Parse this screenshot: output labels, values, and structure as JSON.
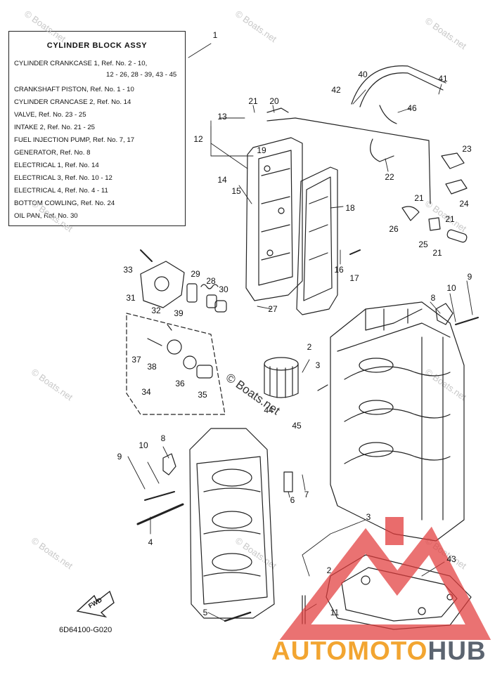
{
  "legend": {
    "title": "CYLINDER  BLOCK ASSY",
    "lines": [
      "CYLINDER CRANKCASE 1,  Ref. No. 2 - 10,",
      "12 - 26, 28 - 39, 43 - 45",
      "CRANKSHAFT PISTON,  Ref. No. 1 - 10",
      "CYLINDER CRANCASE 2,  Ref. No. 14",
      "VALVE,  Ref. No. 23 - 25",
      "INTAKE 2,  Ref. No. 21 - 25",
      "FUEL INJECTION PUMP,  Ref. No.  7, 17",
      "GENERATOR,  Ref. No. 8",
      "ELECTRICAL 1,  Ref. No. 14",
      "ELECTRICAL 3,  Ref. No. 10 - 12",
      "ELECTRICAL 4,  Ref. No. 4 - 11",
      "BOTTOM COWLING,  Ref. No. 24",
      "OIL PAN,  Ref. No. 30"
    ]
  },
  "diagram_code": "6D64100-G020",
  "fwd_label": "FWD",
  "watermark": "© Boats.net",
  "brand": {
    "part1": "AUTOMOTO",
    "part2": "HUB"
  },
  "colors": {
    "line": "#222222",
    "logo_red": "#e23b3b",
    "logo_orange": "#f2a531",
    "logo_gray": "#5b6470"
  },
  "callouts": [
    {
      "n": "1"
    },
    {
      "n": "2"
    },
    {
      "n": "3"
    },
    {
      "n": "4"
    },
    {
      "n": "5"
    },
    {
      "n": "6"
    },
    {
      "n": "7"
    },
    {
      "n": "8"
    },
    {
      "n": "9"
    },
    {
      "n": "10"
    },
    {
      "n": "11"
    },
    {
      "n": "12"
    },
    {
      "n": "13"
    },
    {
      "n": "14"
    },
    {
      "n": "15"
    },
    {
      "n": "16"
    },
    {
      "n": "17"
    },
    {
      "n": "18"
    },
    {
      "n": "19"
    },
    {
      "n": "20"
    },
    {
      "n": "21"
    },
    {
      "n": "22"
    },
    {
      "n": "23"
    },
    {
      "n": "24"
    },
    {
      "n": "25"
    },
    {
      "n": "26"
    },
    {
      "n": "27"
    },
    {
      "n": "28"
    },
    {
      "n": "29"
    },
    {
      "n": "30"
    },
    {
      "n": "31"
    },
    {
      "n": "32"
    },
    {
      "n": "33"
    },
    {
      "n": "34"
    },
    {
      "n": "35"
    },
    {
      "n": "36"
    },
    {
      "n": "37"
    },
    {
      "n": "38"
    },
    {
      "n": "39"
    },
    {
      "n": "40"
    },
    {
      "n": "41"
    },
    {
      "n": "42"
    },
    {
      "n": "43"
    },
    {
      "n": "44"
    },
    {
      "n": "45"
    },
    {
      "n": "46"
    },
    {
      "n": "2"
    },
    {
      "n": "3"
    },
    {
      "n": "8"
    },
    {
      "n": "9"
    },
    {
      "n": "10"
    },
    {
      "n": "21"
    },
    {
      "n": "21"
    },
    {
      "n": "21"
    }
  ]
}
